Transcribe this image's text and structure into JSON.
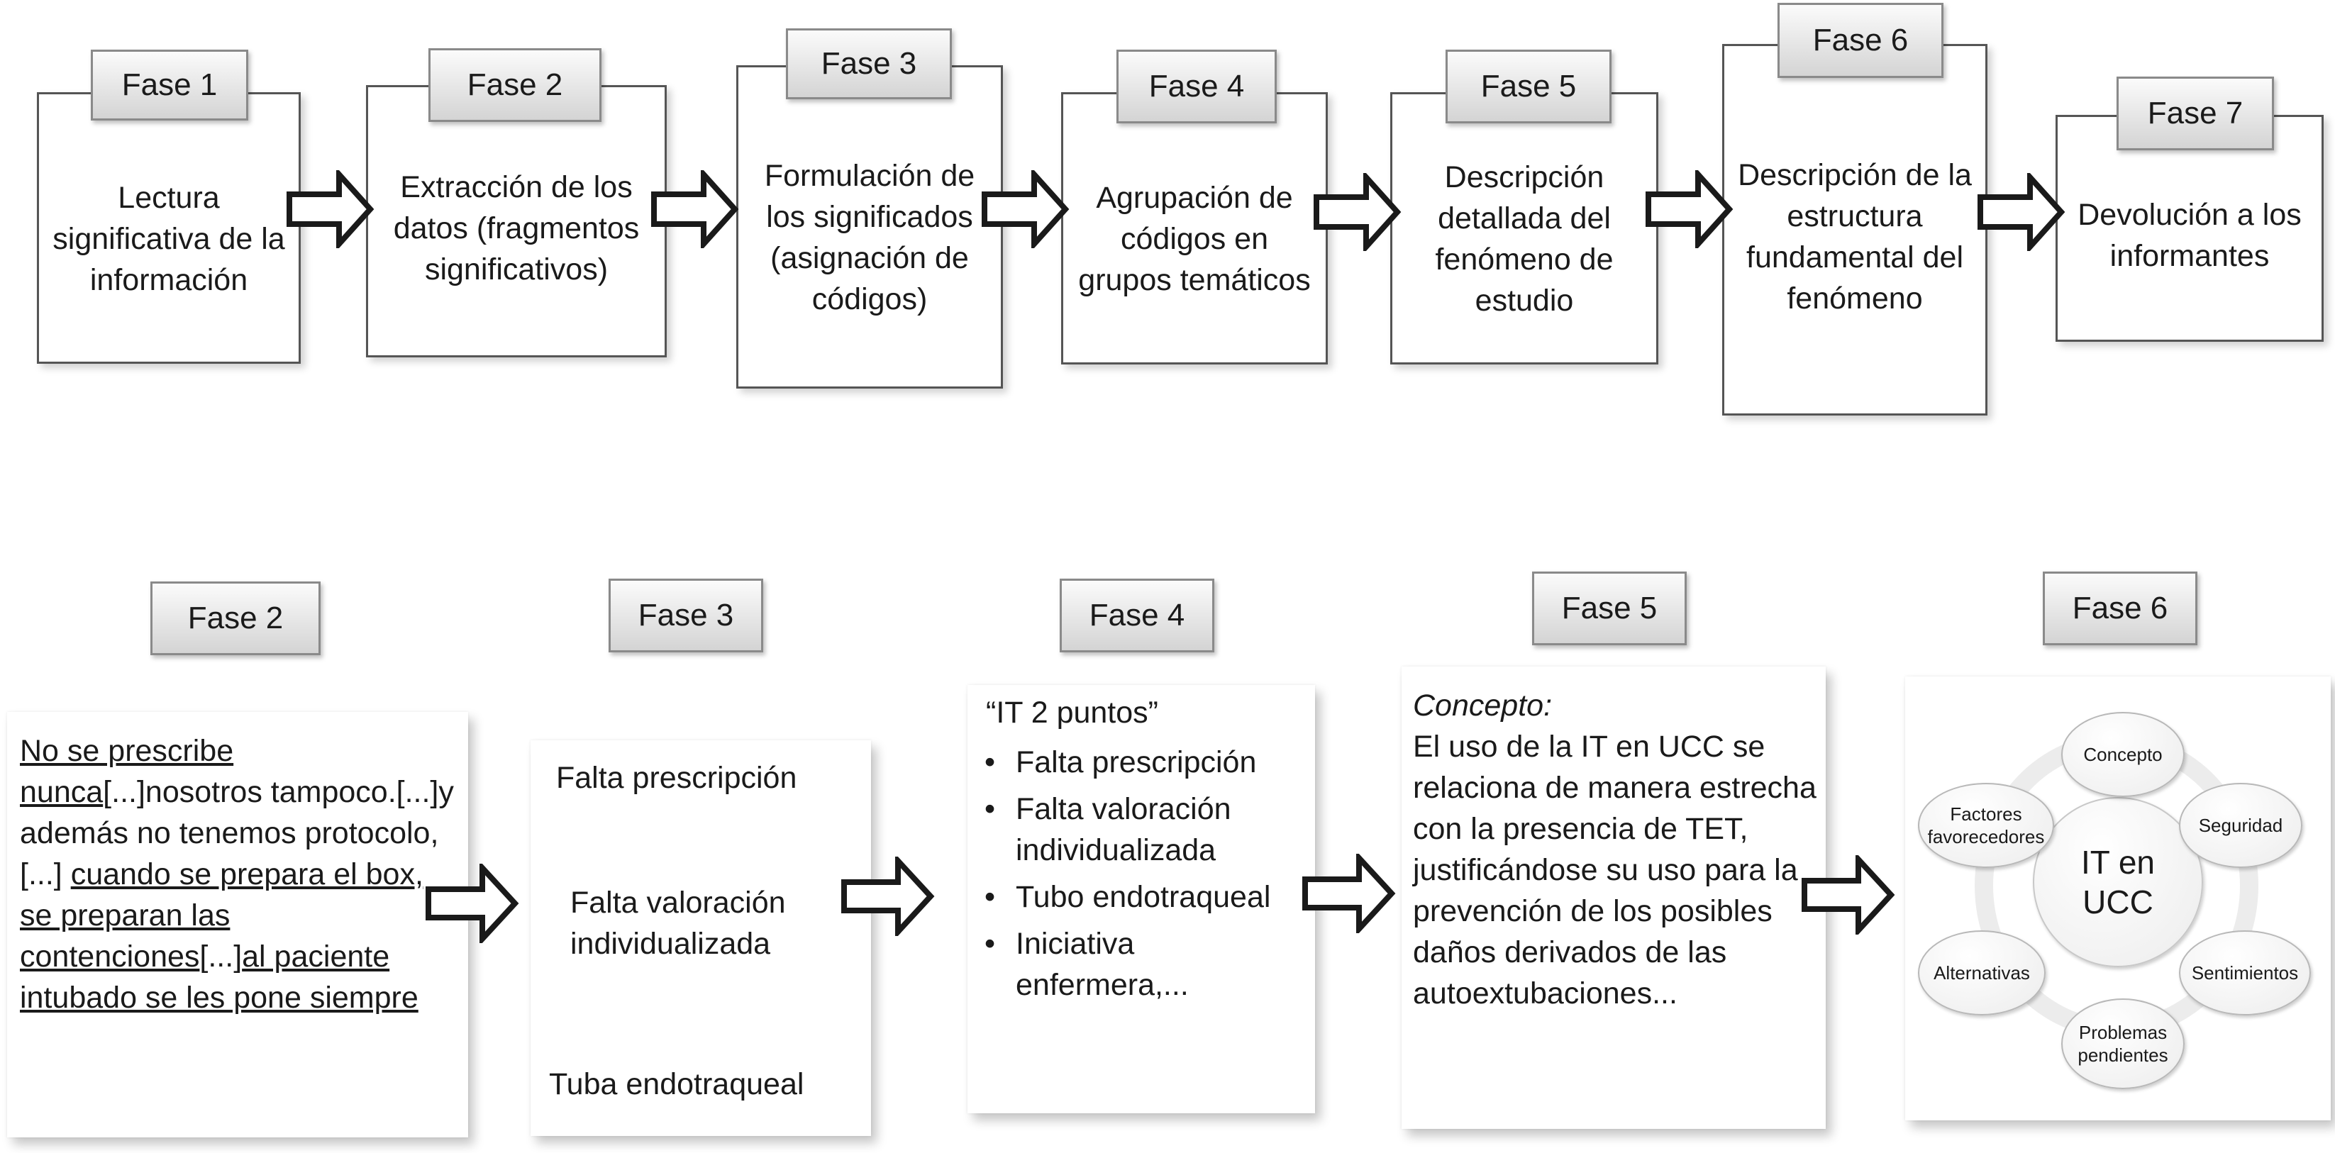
{
  "process": [
    {
      "phase": "Fase 1",
      "text": "Lectura significativa de la información"
    },
    {
      "phase": "Fase 2",
      "text": "Extracción de los datos (fragmentos significativos)"
    },
    {
      "phase": "Fase 3",
      "text": "Formulación de los significados (asignación de códigos)"
    },
    {
      "phase": "Fase 4",
      "text": "Agrupación de códigos en grupos temáticos"
    },
    {
      "phase": "Fase 5",
      "text": "Descripción detallada del fenómeno de estudio"
    },
    {
      "phase": "Fase 6",
      "text": "Descripción de la estructura fundamental del fenómeno"
    },
    {
      "phase": "Fase 7",
      "text": "Devolución a los informantes"
    }
  ],
  "example": {
    "phase2": {
      "label": "Fase 2",
      "parts": [
        "No se prescribe nunca",
        "[...]nosotros tampoco.[...]y además no tenemos protocolo, [...] ",
        "cuando se prepara el box, se preparan las contenciones",
        "[...]",
        "al paciente intubado se les pone siempre"
      ]
    },
    "phase3": {
      "label": "Fase 3",
      "items": [
        "Falta prescripción",
        "Falta valoración individualizada",
        "Tuba endotraqueal"
      ]
    },
    "phase4": {
      "label": "Fase 4",
      "title": "“IT 2 puntos”",
      "bullets": [
        "Falta prescripción",
        "Falta valoración individualizada",
        "Tubo endotraqueal",
        "Iniciativa enfermera,..."
      ]
    },
    "phase5": {
      "label": "Fase 5",
      "heading": "Concepto:",
      "text": "El uso de la IT en UCC se relaciona de manera estrecha con la presencia de TET, justificándose su uso para la prevención de los posibles daños derivados de las autoextubaciones..."
    },
    "phase6": {
      "label": "Fase 6",
      "center": "IT en UCC",
      "nodes": [
        "Concepto",
        "Seguridad",
        "Sentimientos",
        "Problemas pendientes",
        "Alternativas",
        "Factores favorecedores"
      ]
    }
  }
}
